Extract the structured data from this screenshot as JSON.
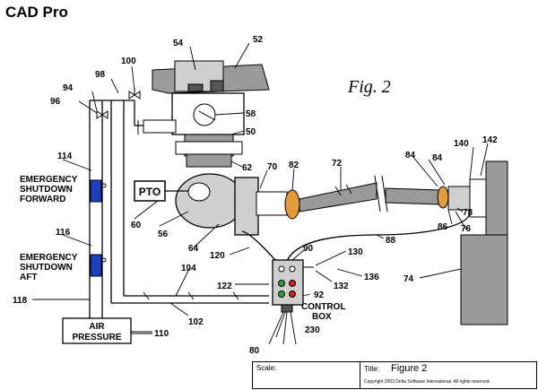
{
  "app": {
    "title": "CAD Pro"
  },
  "figure": {
    "label": "Fig. 2"
  },
  "labels": {
    "n54": "54",
    "n52": "52",
    "n100": "100",
    "n98": "98",
    "n94": "94",
    "n96": "96",
    "n58": "58",
    "n50": "50",
    "n62": "62",
    "n70": "70",
    "n82": "82",
    "n72": "72",
    "n140": "140",
    "n142": "142",
    "n84a": "84",
    "n84b": "84",
    "n78": "78",
    "n76": "76",
    "n86": "86",
    "n74": "74",
    "n114": "114",
    "n116": "116",
    "n118": "118",
    "n60": "60",
    "n56": "56",
    "n64": "64",
    "n120": "120",
    "n104": "104",
    "n122": "122",
    "n102": "102",
    "n90": "90",
    "n130": "130",
    "n88": "88",
    "n136": "136",
    "n132": "132",
    "n92": "92",
    "n230": "230",
    "n80": "80",
    "n110": "110"
  },
  "text": {
    "emergency": "EMERGENCY",
    "shutdown": "SHUTDOWN",
    "forward": "FORWARD",
    "aft": "AFT",
    "pto": "PTO",
    "control": "CONTROL",
    "box": "BOX",
    "air": "AIR",
    "pressure": "PRESSURE"
  },
  "title_block": {
    "scale_label": "Scale:",
    "title_label": "Title:",
    "title_value": "Figure 2",
    "copyright": "Copyright 2003 Delta Software International. All rights reserved."
  },
  "colors": {
    "valve_blue": "#1f3fbf",
    "coupling_orange": "#e39a3a",
    "gray": "#9a9a9a",
    "green": "#2e9e3e",
    "red": "#d42020"
  }
}
